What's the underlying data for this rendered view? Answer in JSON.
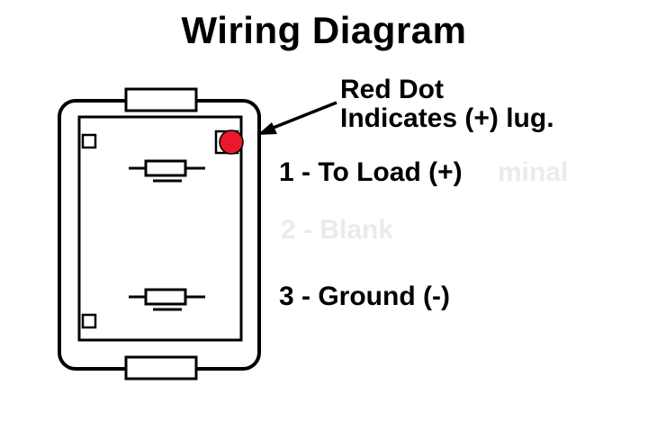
{
  "title": "Wiring Diagram",
  "annotation": {
    "line1": "Red Dot",
    "line2": "Indicates (+) lug."
  },
  "labels": {
    "load": "1 - To Load (+)",
    "ground": "3 - Ground (-)"
  },
  "ghost_texts": {
    "terminal_fragment": "minal",
    "blank": "2 - Blank"
  },
  "colors": {
    "red_dot": "#e8192c",
    "line": "#000000",
    "ghost": "#ebebeb"
  }
}
